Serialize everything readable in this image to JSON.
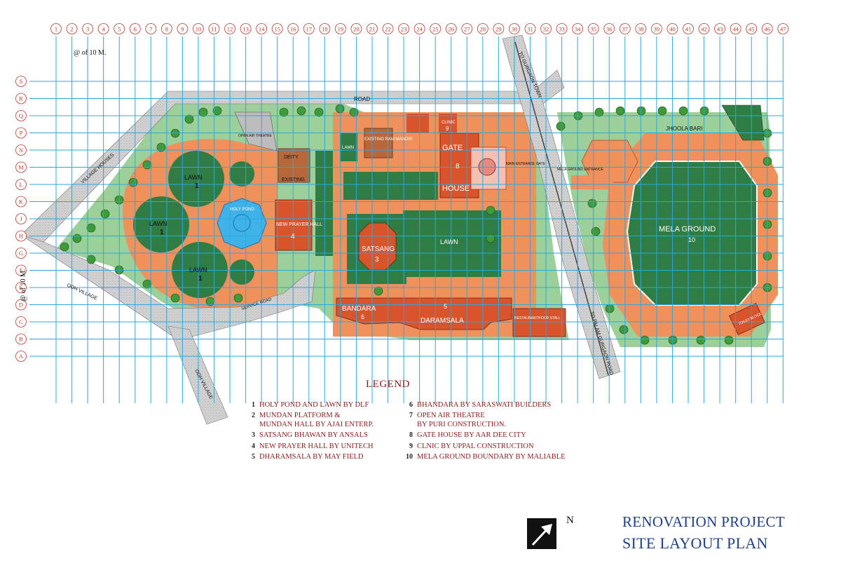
{
  "title": {
    "line1": "RENOVATION PROJECT",
    "line2": "SITE LAYOUT PLAN"
  },
  "north": "N",
  "scale_top": "@ of 10 M.",
  "scale_left": "@ of 10 M.",
  "grid": {
    "columns": [
      "1",
      "2",
      "3",
      "4",
      "5",
      "6",
      "7",
      "8",
      "9",
      "10",
      "11",
      "12",
      "13",
      "14",
      "15",
      "16",
      "17",
      "18",
      "19",
      "20",
      "21",
      "22",
      "23",
      "24",
      "25",
      "26",
      "27",
      "28",
      "29",
      "30",
      "31",
      "32",
      "33",
      "34",
      "35",
      "36",
      "37",
      "38",
      "39",
      "40",
      "41",
      "42",
      "43",
      "44",
      "45",
      "46",
      "47"
    ],
    "rows": [
      "S",
      "R",
      "Q",
      "P",
      "N",
      "M",
      "L",
      "K",
      "J",
      "H",
      "G",
      "F",
      "E",
      "D",
      "C",
      "B",
      "A"
    ]
  },
  "roads": {
    "top": "ROAD",
    "gurgaon": "TO GURGAON TOWN",
    "palam": "TO PALAM GURGAON ROAD",
    "village_houses": "VILLAGE HOUSES",
    "ooh_village_left": "OOH VILLAGE",
    "ooh_village_bottom": "OOH VILLAGE",
    "service": "SERVICE ROAD"
  },
  "site_labels": {
    "lawn_top": "LAWN",
    "lawn_left": "LAWN",
    "lawn_bottom": "LAWN",
    "lawn_num": "1",
    "holy_pond": "HOLY POND",
    "deity": "DEITY",
    "existing": "EXISTING",
    "new_prayer_hall": "NEW PRAYER HALL",
    "new_prayer_hall_num": "4",
    "existing_ram_mandir": "EXISTING RAM MANDIR",
    "lawn_mid": "LAWN",
    "lawn_big": "LAWN",
    "satsang": "SATSANG",
    "satsang_num": "3",
    "gate": "GATE",
    "house": "HOUSE",
    "gate_num": "8",
    "clinic": "CLINIC",
    "clinic_num": "9",
    "main_entrance": "MAIN ENTRANCE GATE",
    "bandara": "BANDARA",
    "bandara_num": "6",
    "daramsala": "DARAMSALA",
    "daramsala_num": "5",
    "restaurant": "RESTAURANT/FOOD STALL",
    "jhoola_bari": "JHOOLA BARI",
    "mela_ground": "MELA GROUND",
    "mela_num": "10",
    "mela_entrance": "MELA GROUND ENTRANCE",
    "toilet": "TOILET BLOCK",
    "open_air": "OPEN AIR THEATRE"
  },
  "legend": {
    "title": "LEGEND",
    "left": [
      {
        "num": "1",
        "text": "HOLY POND AND LAWN BY DLF"
      },
      {
        "num": "2",
        "text": "MUNDAN PLATFORM &\nMUNDAN HALL BY AJAI ENTERP."
      },
      {
        "num": "3",
        "text": "SATSANG BHAWAN BY ANSALS"
      },
      {
        "num": "4",
        "text": "NEW PRAYER HALL BY UNITECH"
      },
      {
        "num": "5",
        "text": "DHARAMSALA  BY MAY FIELD"
      }
    ],
    "right": [
      {
        "num": "6",
        "text": "BHANDARA BY SARASWATI BUILDERS"
      },
      {
        "num": "7",
        "text": "OPEN AIR THEATRE\nBY PURI CONSTRUCTION."
      },
      {
        "num": "8",
        "text": "GATE HOUSE  BY AAR DEE CITY"
      },
      {
        "num": "9",
        "text": "CLNIC BY UPPAL CONSTRUCTION"
      },
      {
        "num": "10",
        "text": "MELA GROUND BOUNDARY BY MALIABLE"
      }
    ]
  },
  "colors": {
    "grid": "#2aa8e0",
    "grid_bubble": "#c0392b",
    "road": "#cfcfcf",
    "lawn": "#2f7d45",
    "lawn_light": "#9ccf9a",
    "paving": "#f0905a",
    "building": "#d9532b",
    "pond": "#3fb3e8",
    "tree": "#3f9a3a",
    "legend_text": "#8b1a1a",
    "title": "#1f3f8a"
  }
}
